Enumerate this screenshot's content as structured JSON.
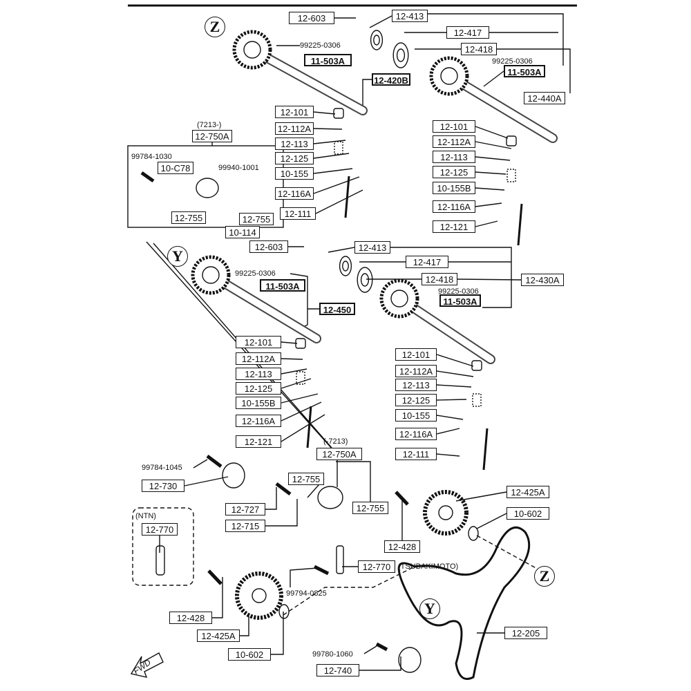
{
  "labels": [
    "12-603",
    "12-413",
    "12-417",
    "12-418",
    "99225-0306",
    "11-503A",
    "12-420B",
    "99225-0306",
    "11-503A",
    "12-440A",
    "12-101",
    "12-112A",
    "12-113",
    "12-125",
    "10-155",
    "12-116A",
    "12-111",
    "12-101",
    "12-112A",
    "12-113",
    "12-125",
    "10-155B",
    "12-116A",
    "12-121",
    "(7213-)",
    "12-750A",
    "99784-1030",
    "10-C78",
    "99940-1001",
    "12-755",
    "12-755",
    "10-114",
    "12-603",
    "12-413",
    "12-417",
    "12-418",
    "12-430A",
    "99225-0306",
    "11-503A",
    "12-450",
    "99225-0306",
    "11-503A",
    "12-101",
    "12-112A",
    "12-113",
    "12-125",
    "10-155B",
    "12-116A",
    "12-121",
    "(-7213)",
    "12-750A",
    "12-101",
    "12-112A",
    "12-113",
    "12-125",
    "10-155",
    "12-116A",
    "12-111",
    "99784-1045",
    "12-730",
    "12-755",
    "12-727",
    "12-755",
    "12-715",
    "12-425A",
    "10-602",
    "12-428",
    "(NTN)",
    "12-770",
    "12-770",
    "(TSUBAKIMOTO)",
    "99794-0825",
    "12-428",
    "12-425A",
    "10-602",
    "12-205",
    "99780-1060",
    "12-740"
  ],
  "markers": {
    "z": "Z",
    "y": "Y"
  },
  "fwd_arrow": "FWD"
}
